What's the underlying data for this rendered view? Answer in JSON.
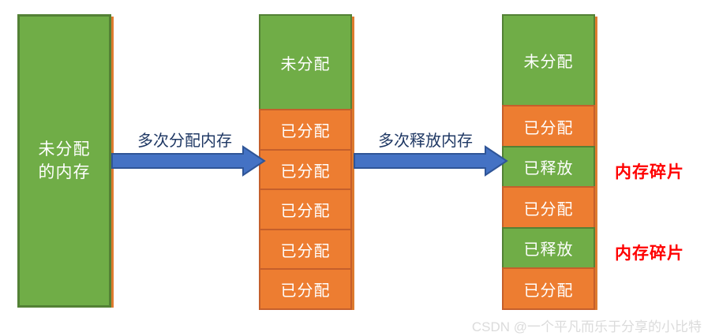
{
  "diagram": {
    "title_semantic": "memory-fragmentation-diagram",
    "left_box": {
      "lines": [
        "未分配",
        "的内存"
      ]
    },
    "arrow1": {
      "label": "多次分配内存"
    },
    "arrow2": {
      "label": "多次释放内存"
    },
    "middle_column": {
      "blocks": [
        {
          "label": "未分配",
          "state": "unallocated"
        },
        {
          "label": "已分配",
          "state": "allocated"
        },
        {
          "label": "已分配",
          "state": "allocated"
        },
        {
          "label": "已分配",
          "state": "allocated"
        },
        {
          "label": "已分配",
          "state": "allocated"
        },
        {
          "label": "已分配",
          "state": "allocated"
        }
      ]
    },
    "right_column": {
      "blocks": [
        {
          "label": "未分配",
          "state": "unallocated"
        },
        {
          "label": "已分配",
          "state": "allocated"
        },
        {
          "label": "已释放",
          "state": "released"
        },
        {
          "label": "已分配",
          "state": "allocated"
        },
        {
          "label": "已释放",
          "state": "released"
        },
        {
          "label": "已分配",
          "state": "allocated"
        }
      ]
    },
    "fragment_labels": [
      {
        "text": "内存碎片"
      },
      {
        "text": "内存碎片"
      }
    ],
    "watermark": "CSDN @一个平凡而乐于分享的小比特"
  },
  "colors": {
    "unallocated_fill": "#70AD47",
    "unallocated_border": "#538135",
    "allocated_fill": "#ED7D31",
    "allocated_border": "#C55F2B",
    "arrow_fill": "#4472C4",
    "arrow_border": "#2F5597",
    "arrow_label": "#1F3864",
    "fragment_label": "#FF0000",
    "watermark": "#DBDBDB",
    "block_text": "#FFFFFF"
  }
}
